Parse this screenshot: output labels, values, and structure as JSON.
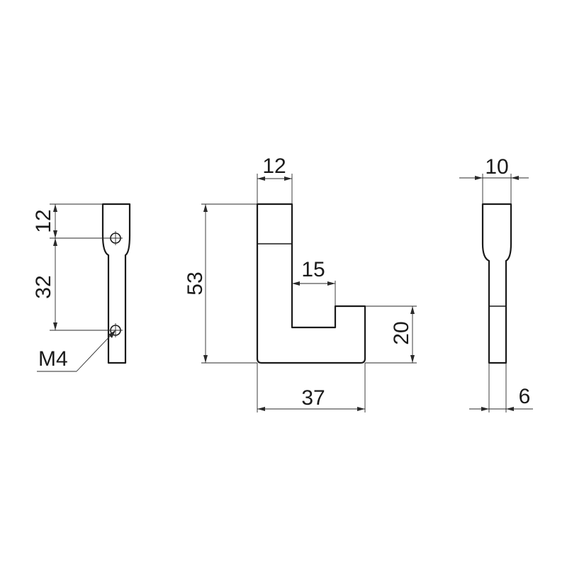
{
  "drawing": {
    "side_view_left": {
      "dim_top_segment": "12",
      "dim_hole_spacing": "32",
      "thread_label": "M4"
    },
    "front_view": {
      "dim_top_width": "12",
      "dim_height": "53",
      "dim_gap_width": "15",
      "dim_step_height": "20",
      "dim_total_width": "37"
    },
    "side_view_right": {
      "dim_top_width": "10",
      "dim_bottom_width": "6"
    }
  }
}
